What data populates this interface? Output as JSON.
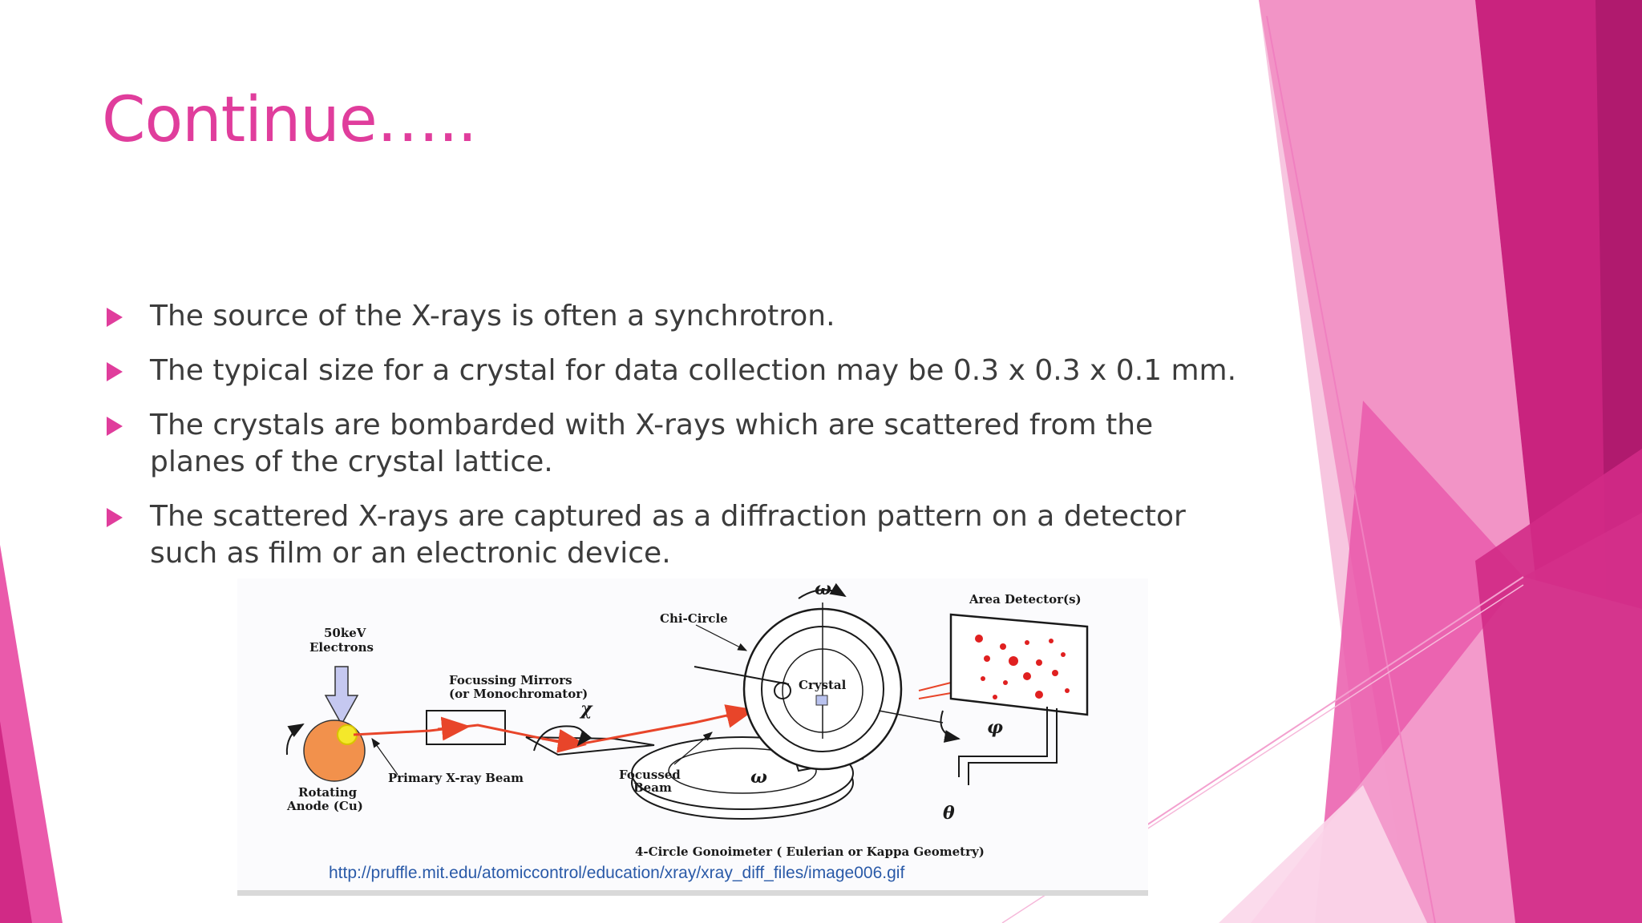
{
  "slide": {
    "title": "Continue…..",
    "bullets": [
      "The source of the X-rays is often a synchrotron.",
      "The typical size for a crystal for data collection may be 0.3 x 0.3 x 0.1 mm.",
      "The crystals are bombarded with X-rays which are scattered from the planes of the crystal lattice.",
      "The scattered X-rays are captured as a diffraction pattern on a detector such as film or an electronic device."
    ],
    "accent_color": "#e03d9c"
  },
  "figure": {
    "labels": {
      "electrons_line1": "50keV",
      "electrons_line2": "Electrons",
      "mirrors_line1": "Focussing Mirrors",
      "mirrors_line2": "(or Monochromator)",
      "chi_circle": "Chi-Circle",
      "crystal": "Crystal",
      "area_detector": "Area Detector(s)",
      "primary_beam": "Primary X-ray Beam",
      "focussed_line1": "Focussed",
      "focussed_line2": "Beam",
      "anode_line1": "Rotating",
      "anode_line2": "Anode (Cu)",
      "goniometer": "4-Circle Gonoimeter ( Eulerian or Kappa Geometry)",
      "chi_symbol": "χ",
      "omega_symbol": "ω",
      "phi_symbol": "φ",
      "theta_symbol": "θ"
    },
    "url": "http://pruffle.mit.edu/atomiccontrol/education/xray/xray_diff_files/image006.gif"
  }
}
